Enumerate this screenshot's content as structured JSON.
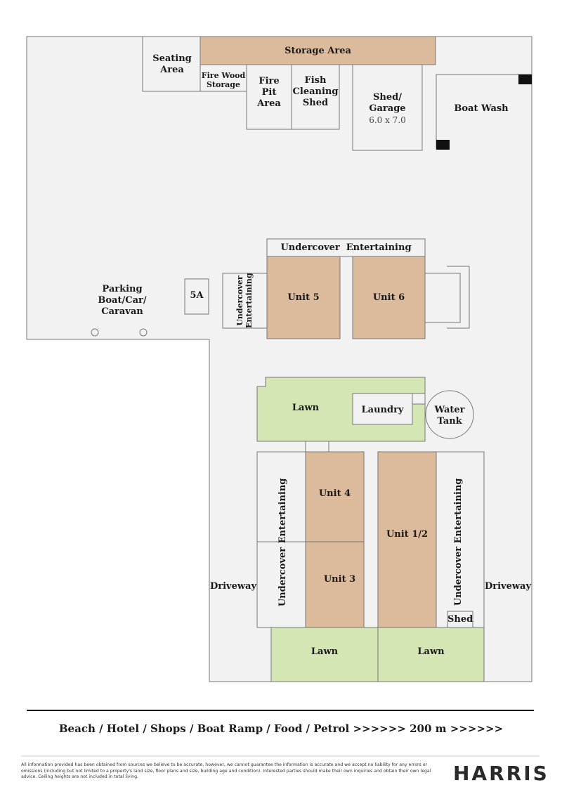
{
  "colors": {
    "ground": "#f2f2f2",
    "building": "#dcbb9c",
    "lawn": "#d5e6b5",
    "line": "#777777",
    "black": "#111111"
  },
  "labels": {
    "seating_area": [
      "Seating",
      "Area"
    ],
    "storage_area": "Storage Area",
    "fire_wood_storage": [
      "Fire Wood",
      "Storage"
    ],
    "fire_pit_area": [
      "Fire",
      "Pit",
      "Area"
    ],
    "fish_cleaning_shed": [
      "Fish",
      "Cleaning",
      "Shed"
    ],
    "shed_garage": [
      "Shed/",
      "Garage"
    ],
    "shed_garage_dims": "6.0 x 7.0",
    "boat_wash": "Boat Wash",
    "undercover_entertaining_top": "Undercover  Entertaining",
    "undercover_entertaining_side": [
      "Undercover",
      "Entertaining"
    ],
    "unit5": "Unit 5",
    "unit6": "Unit 6",
    "unit5a": "5A",
    "parking": [
      "Parking",
      "Boat/Car/",
      "Caravan"
    ],
    "lawn": "Lawn",
    "laundry": "Laundry",
    "water_tank": [
      "Water",
      "Tank"
    ],
    "unit4": "Unit 4",
    "unit3": "Unit 3",
    "unit12": "Unit 1/2",
    "entertaining": "Entertaining",
    "undercover": "Undercover",
    "driveway": "Driveway",
    "shed": "Shed"
  },
  "footer": {
    "route": "Beach / Hotel / Shops / Boat Ramp / Food / Petrol >>>>>> 200 m >>>>>>",
    "disclaimer": "All information provided has been obtained from sources we believe to be accurate, however, we cannot guarantee the information is accurate and we accept no liability for any errors or omissions (including but not limited to a property's land size, floor plans and size, building age and condition). Interested parties should make their own inquiries and obtain their own legal advice. Ceiling heights are not included in total living.",
    "logo": "HARRIS"
  }
}
